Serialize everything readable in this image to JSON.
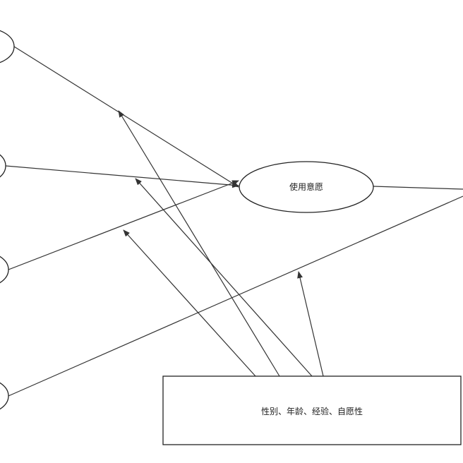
{
  "diagram": {
    "nodes": {
      "usage_intention": {
        "label": "使用意愿"
      },
      "moderators": {
        "label": "性别、年龄、经验、自愿性"
      }
    },
    "edge_count": 9,
    "colors": {
      "line": "#333333",
      "outline": "#222222",
      "background": "#ffffff"
    }
  }
}
